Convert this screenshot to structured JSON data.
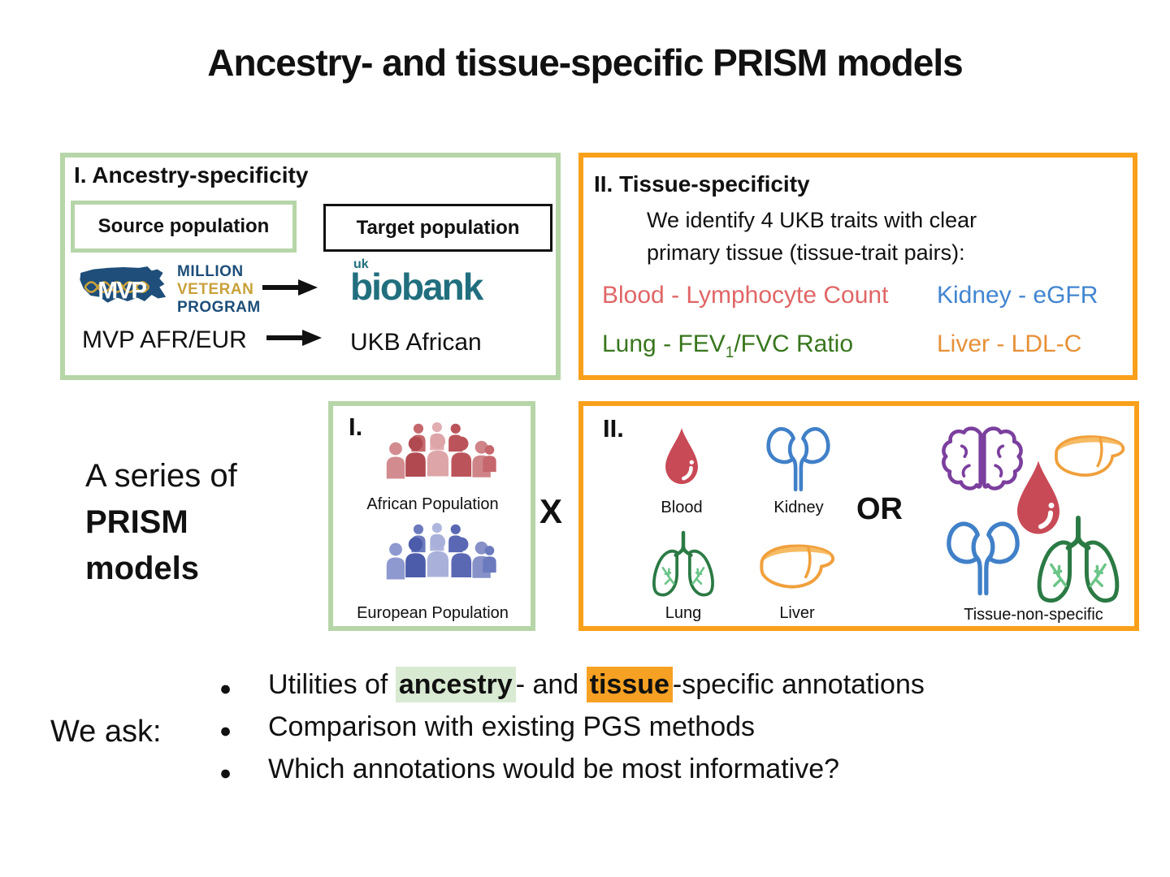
{
  "title": "Ancestry- and tissue-specific PRISM models",
  "ancestry_box": {
    "heading": "I. Ancestry-specificity",
    "source_population_label": "Source population",
    "target_population_label": "Target population",
    "mvp_logo": {
      "acronym": "MVP",
      "line1": "MILLION",
      "line2": "VETERAN",
      "line3": "PROGRAM"
    },
    "ukb_logo": {
      "prefix": "uk",
      "name": "biobank"
    },
    "source_caption": "MVP AFR/EUR",
    "target_caption": "UKB African"
  },
  "tissue_box": {
    "heading": "II. Tissue-specificity",
    "description_line1": "We identify 4 UKB traits with clear",
    "description_line2": "primary tissue (tissue-trait pairs):",
    "pairs": {
      "blood": {
        "label": "Blood - Lymphocyte Count",
        "color": "#e06666"
      },
      "kidney": {
        "label": "Kidney - eGFR",
        "color": "#4285d0"
      },
      "lung": {
        "pre": "Lung - FEV",
        "sub": "1",
        "post": "/FVC Ratio",
        "color": "#38761d"
      },
      "liver": {
        "label": "Liver - LDL-C",
        "color": "#e69138"
      }
    }
  },
  "series_label": {
    "line1": "A series of",
    "line2": "PRISM",
    "line3": "models"
  },
  "population_box": {
    "numeral": "I.",
    "african_label": "African Population",
    "european_label": "European Population",
    "african_color": "#c5676c",
    "european_color": "#6b79bd"
  },
  "cross_operator": "X",
  "organ_box": {
    "numeral": "II.",
    "blood_label": "Blood",
    "kidney_label": "Kidney",
    "lung_label": "Lung",
    "liver_label": "Liver",
    "or_operator": "OR",
    "nonspecific_label": "Tissue-non-specific",
    "icon_names": [
      "blood-drop-icon",
      "kidney-icon",
      "lungs-icon",
      "liver-icon",
      "brain-icon"
    ],
    "icon_colors": {
      "blood": "#c84a56",
      "kidney": "#4080c8",
      "lung": "#2b7a44",
      "lung_bronchi": "#6cc588",
      "liver": "#f0a03c",
      "brain": "#7b3f9e"
    }
  },
  "questions": {
    "prompt": "We ask:",
    "bullet_char": "●",
    "bullet1": {
      "part1": "Utilities of ",
      "highlight_ancestry": "ancestry",
      "part2": "- and ",
      "highlight_tissue": "tissue",
      "part3": "-specific annotations",
      "ancestry_highlight_color": "#d9ead3",
      "tissue_highlight_color": "#f6a123"
    },
    "bullet2": "Comparison with existing PGS methods",
    "bullet3": "Which annotations would be most informative?"
  },
  "colors": {
    "ancestry_border": "#b6d5a8",
    "tissue_border": "#f9a01b",
    "mvp_navy": "#1e4e79",
    "mvp_gold": "#c9a13b",
    "ukb_teal": "#216f7e"
  }
}
